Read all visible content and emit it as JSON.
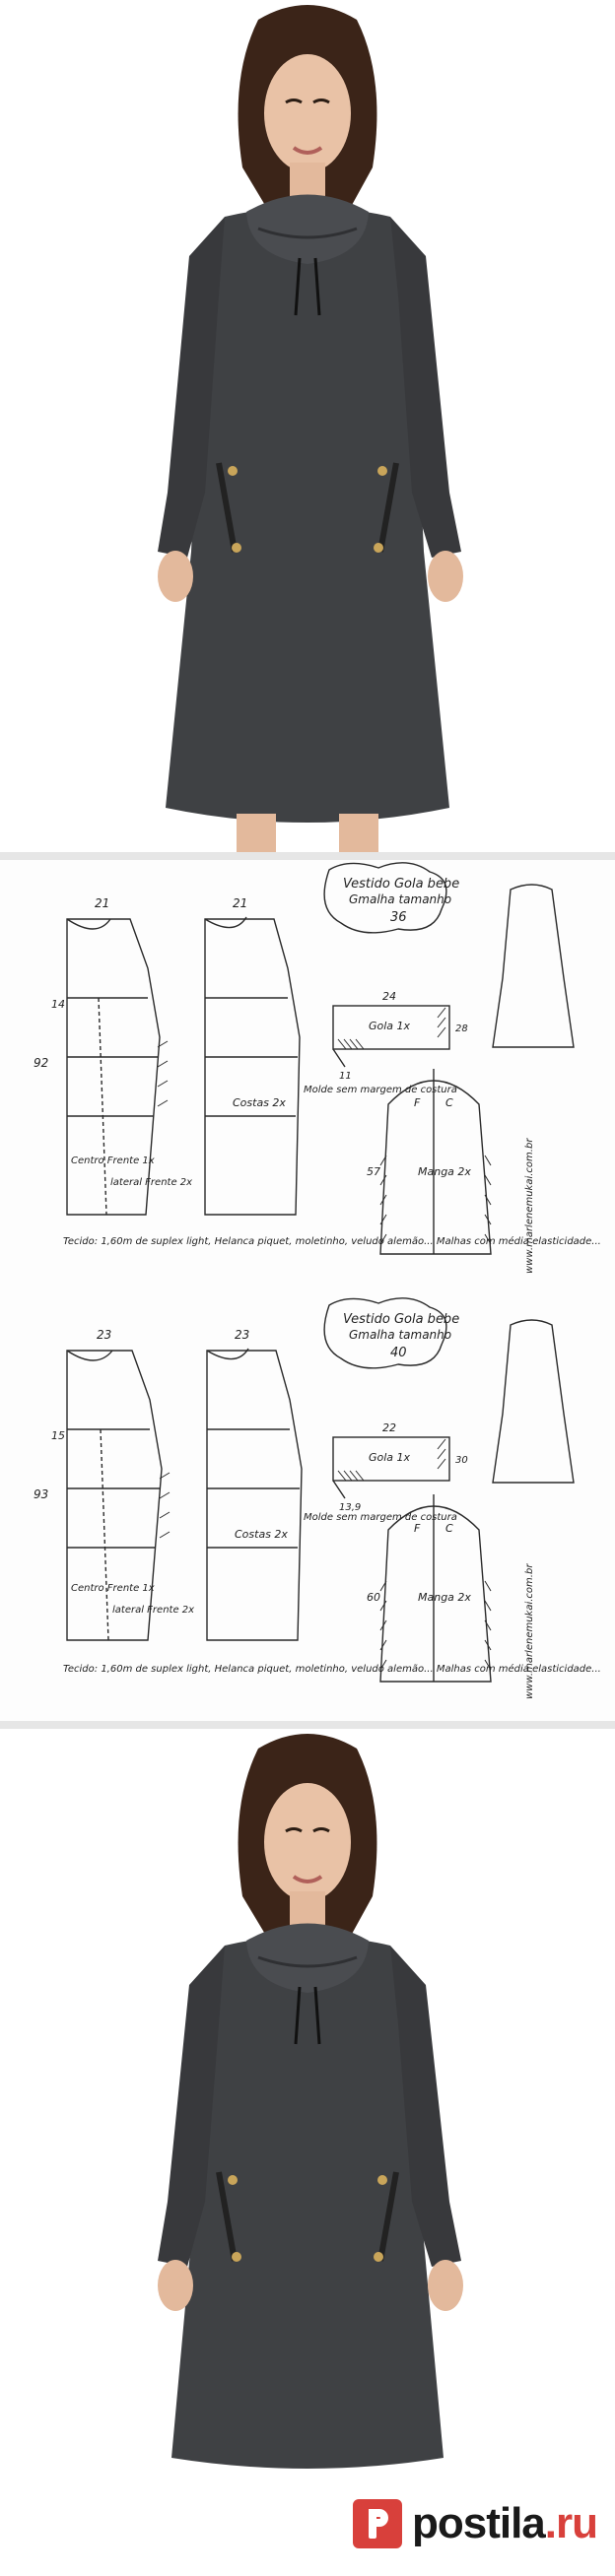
{
  "colors": {
    "dress": "#3f4144",
    "brand_red": "#d8403b",
    "line": "#2a2a2a"
  },
  "pattern_size_36": {
    "title_line1": "Vestido Gola bebe",
    "title_line2": "Gmalha tamanho",
    "size": "36",
    "front_width": "21",
    "back_width": "21",
    "length": "92",
    "hip": "14",
    "front_label": "Centro Frente 1x",
    "lateral_label": "lateral Frente 2x",
    "back_label": "Costas 2x",
    "collar_label": "Gola 1x",
    "collar_width": "24",
    "collar_height": "28",
    "collar_side": "11",
    "sleeve_label": "Manga 2x",
    "sleeve_length": "57",
    "sleeve_f": "F",
    "sleeve_c": "C",
    "mold_note": "Molde sem margem de costura",
    "fabric_note": "Tecido: 1,60m de suplex light, Helanca piquet, moletinho, veludo alemão... Malhas com média elasticidade...",
    "website": "www.marlenemukai.com.br"
  },
  "pattern_size_40": {
    "title_line1": "Vestido Gola bebe",
    "title_line2": "Gmalha tamanho",
    "size": "40",
    "front_width": "23",
    "back_width": "23",
    "length": "93",
    "hip": "15",
    "front_label": "Centro Frente 1x",
    "lateral_label": "lateral Frente 2x",
    "back_label": "Costas 2x",
    "collar_label": "Gola 1x",
    "collar_width": "22",
    "collar_height": "30",
    "collar_side": "13,9",
    "sleeve_label": "Manga 2x",
    "sleeve_length": "60",
    "sleeve_f": "F",
    "sleeve_c": "C",
    "mold_note": "Molde sem margem de costura",
    "fabric_note": "Tecido: 1,60m de suplex light, Helanca piquet, moletinho, veludo alemão... Malhas com média elasticidade...",
    "website": "www.marlenemukai.com.br"
  },
  "footer": {
    "brand_name": "postila",
    "brand_tld": ".ru"
  }
}
